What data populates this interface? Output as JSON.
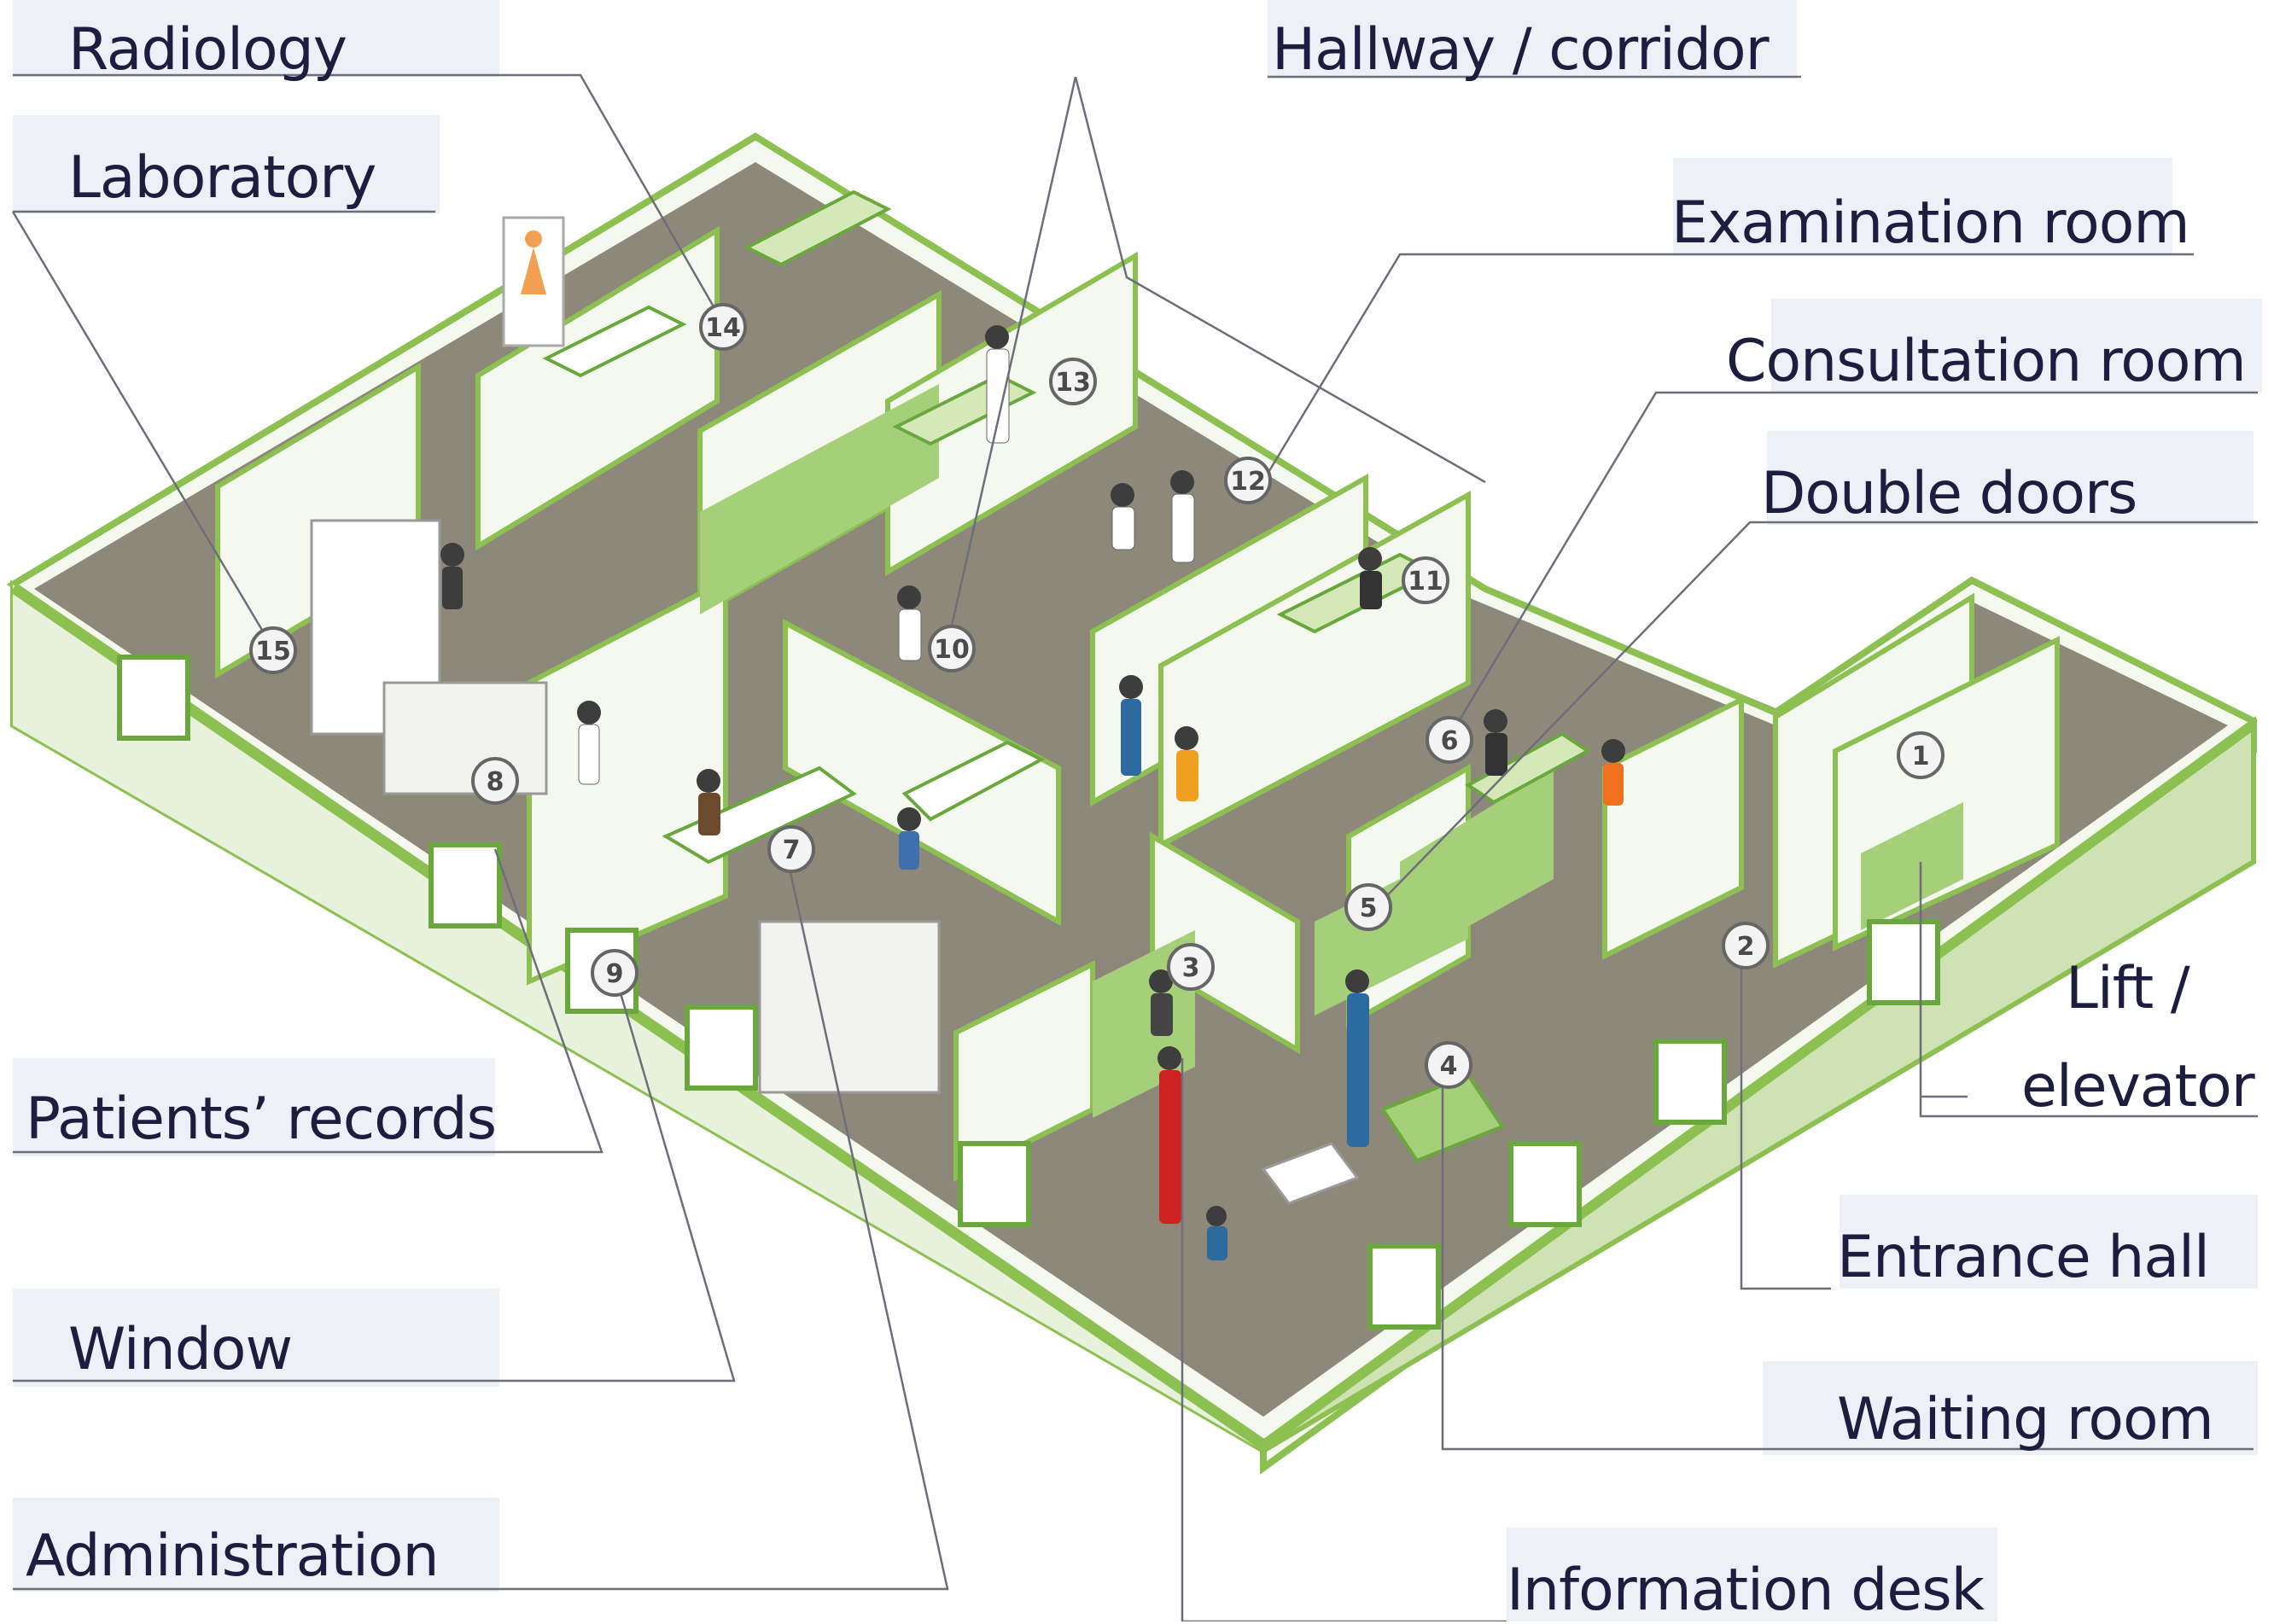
{
  "labels": {
    "radiology": "Radiology",
    "laboratory": "Laboratory",
    "hallway": "Hallway / corridor",
    "examination": "Examination room",
    "consultation": "Consultation room",
    "double_doors": "Double doors",
    "lift_1": "Lift /",
    "lift_2": "elevator",
    "patients_records": "Patients’ records",
    "window": "Window",
    "administration": "Administration",
    "entrance_hall": "Entrance hall",
    "waiting_room": "Waiting room",
    "information_desk": "Information desk"
  },
  "markers": [
    "1",
    "2",
    "3",
    "4",
    "5",
    "6",
    "7",
    "8",
    "9",
    "10",
    "11",
    "12",
    "13",
    "14",
    "15"
  ],
  "colors": {
    "wall_green": "#8cc152",
    "wall_light": "#eef5e4",
    "floor": "#8a8470",
    "label_text": "#1d1d3f",
    "label_bg": "#eef0f8"
  }
}
